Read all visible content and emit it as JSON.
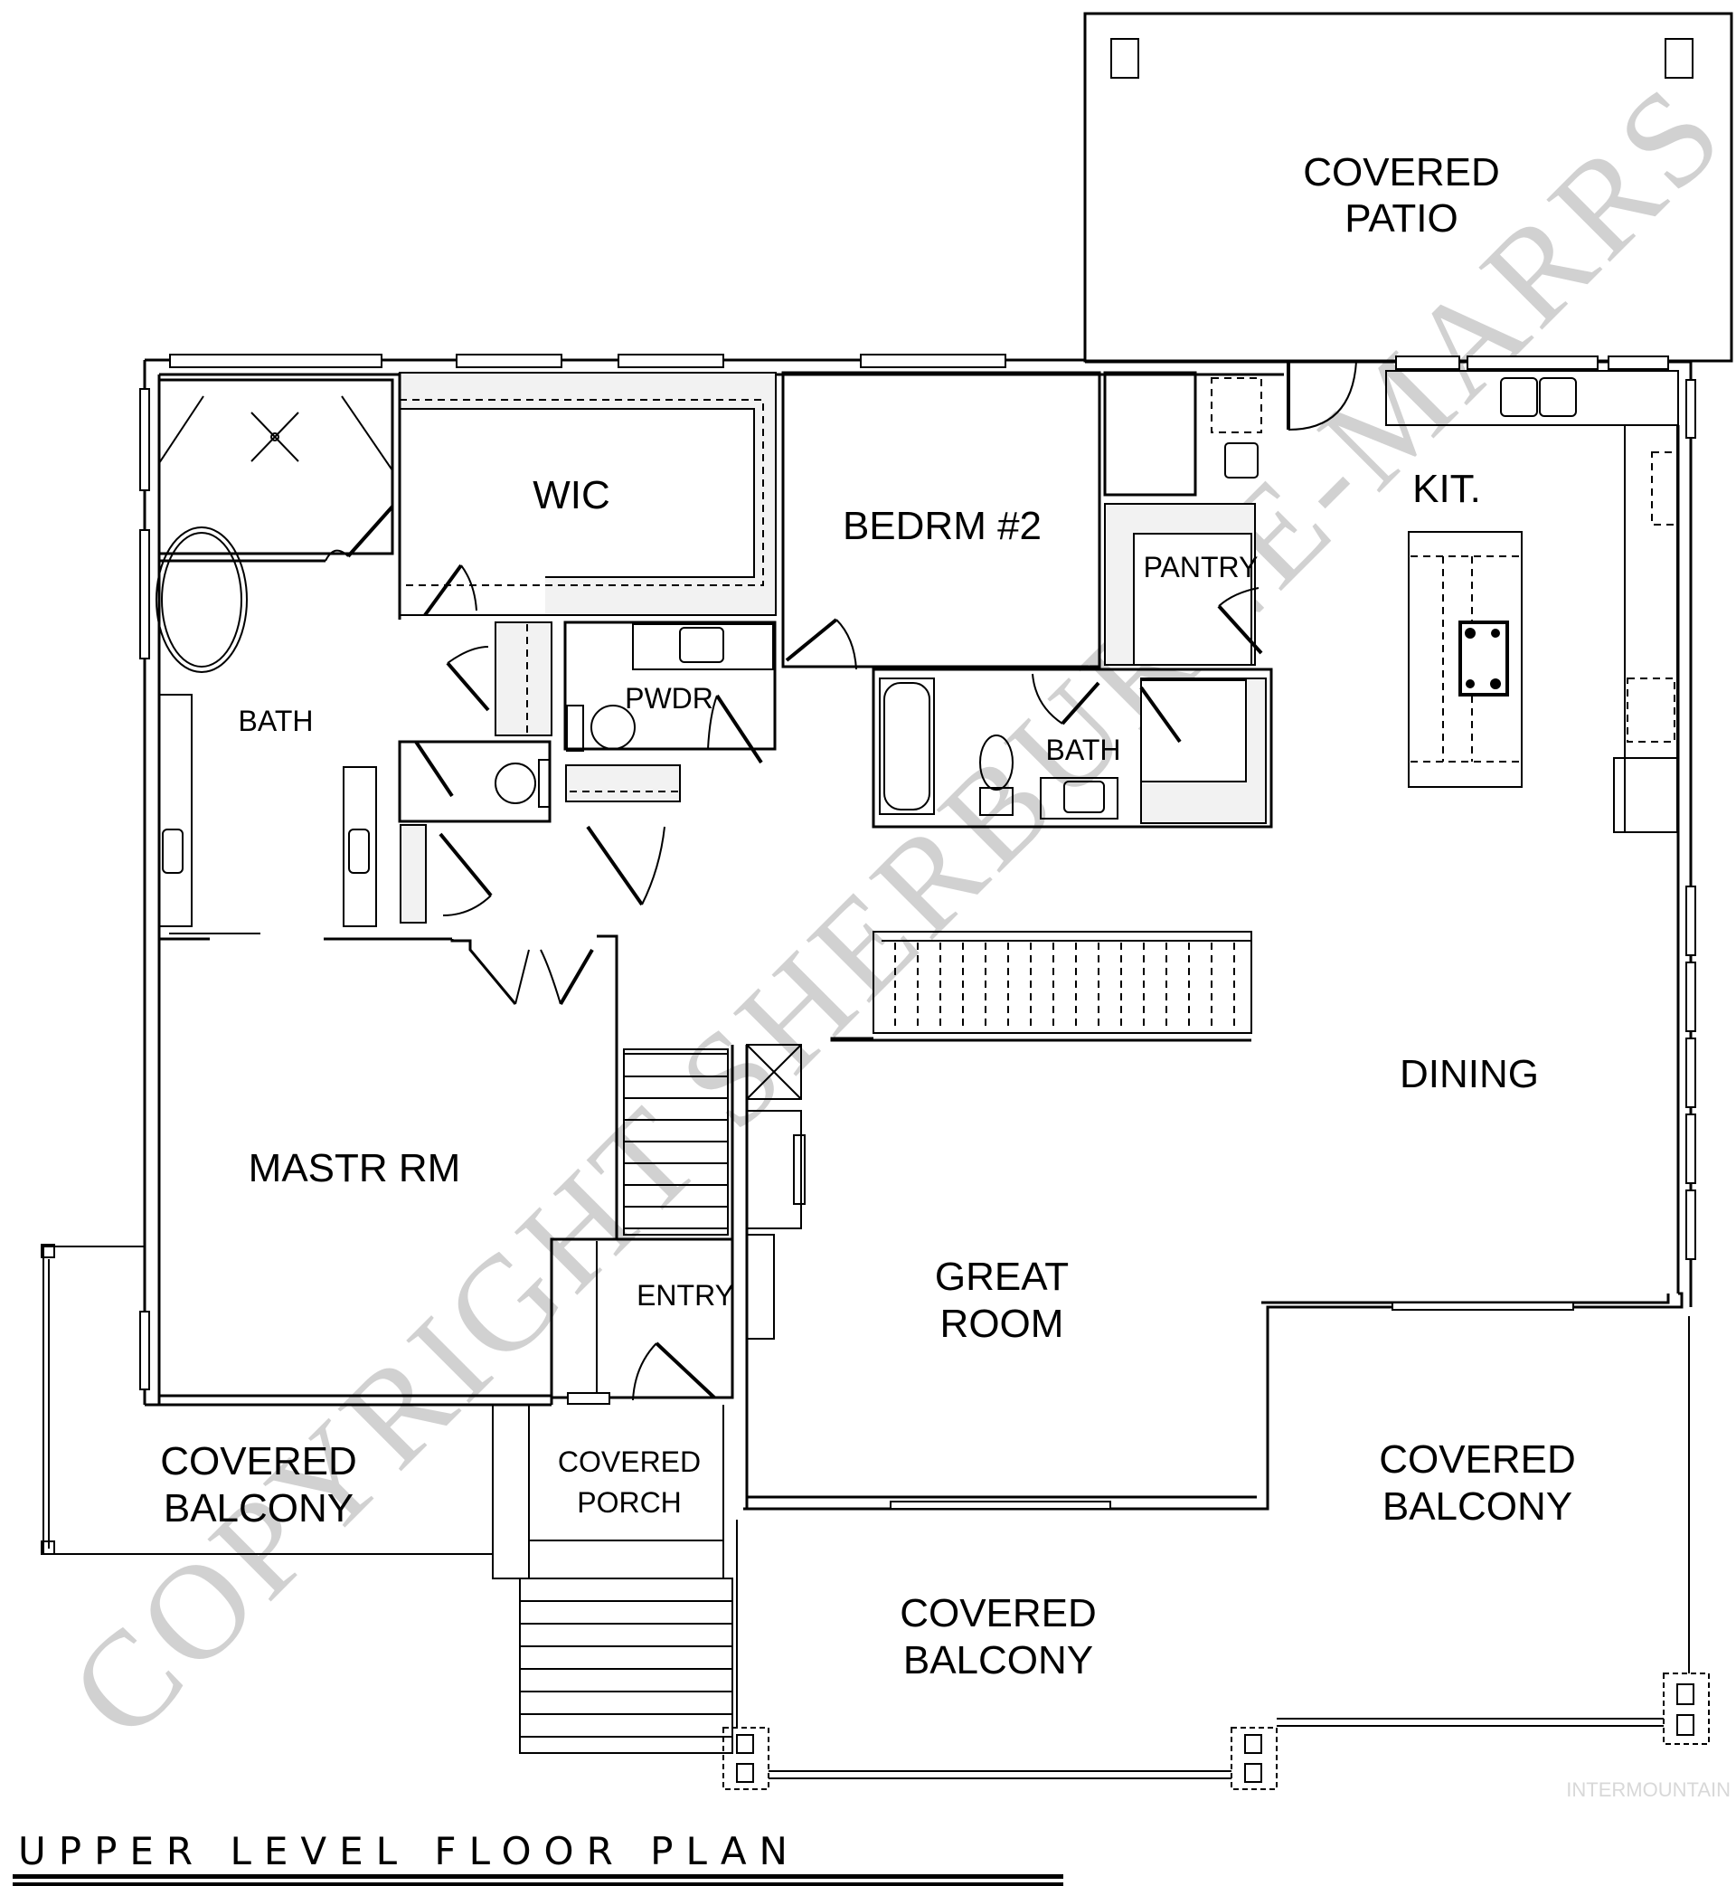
{
  "plan": {
    "title": "UPPER LEVEL FLOOR PLAN",
    "watermark": "COPYRIGHT SHERBURNE-MARRS",
    "credit": "INTERMOUNTAIN"
  },
  "rooms": {
    "covered_patio": {
      "line1": "COVERED",
      "line2": "PATIO"
    },
    "wic": "WIC",
    "bedroom2": "BEDRM #2",
    "kitchen": "KIT.",
    "pantry": "PANTRY",
    "master_bath": "BATH",
    "powder": "PWDR",
    "bath2": "BATH",
    "dining": "DINING",
    "master_room": "MASTR RM",
    "great_room": {
      "line1": "GREAT",
      "line2": "ROOM"
    },
    "entry": "ENTRY",
    "covered_balcony_left": {
      "line1": "COVERED",
      "line2": "BALCONY"
    },
    "covered_porch": {
      "line1": "COVERED",
      "line2": "PORCH"
    },
    "covered_balcony_right": {
      "line1": "COVERED",
      "line2": "BALCONY"
    },
    "covered_balcony_bottom": {
      "line1": "COVERED",
      "line2": "BALCONY"
    }
  }
}
